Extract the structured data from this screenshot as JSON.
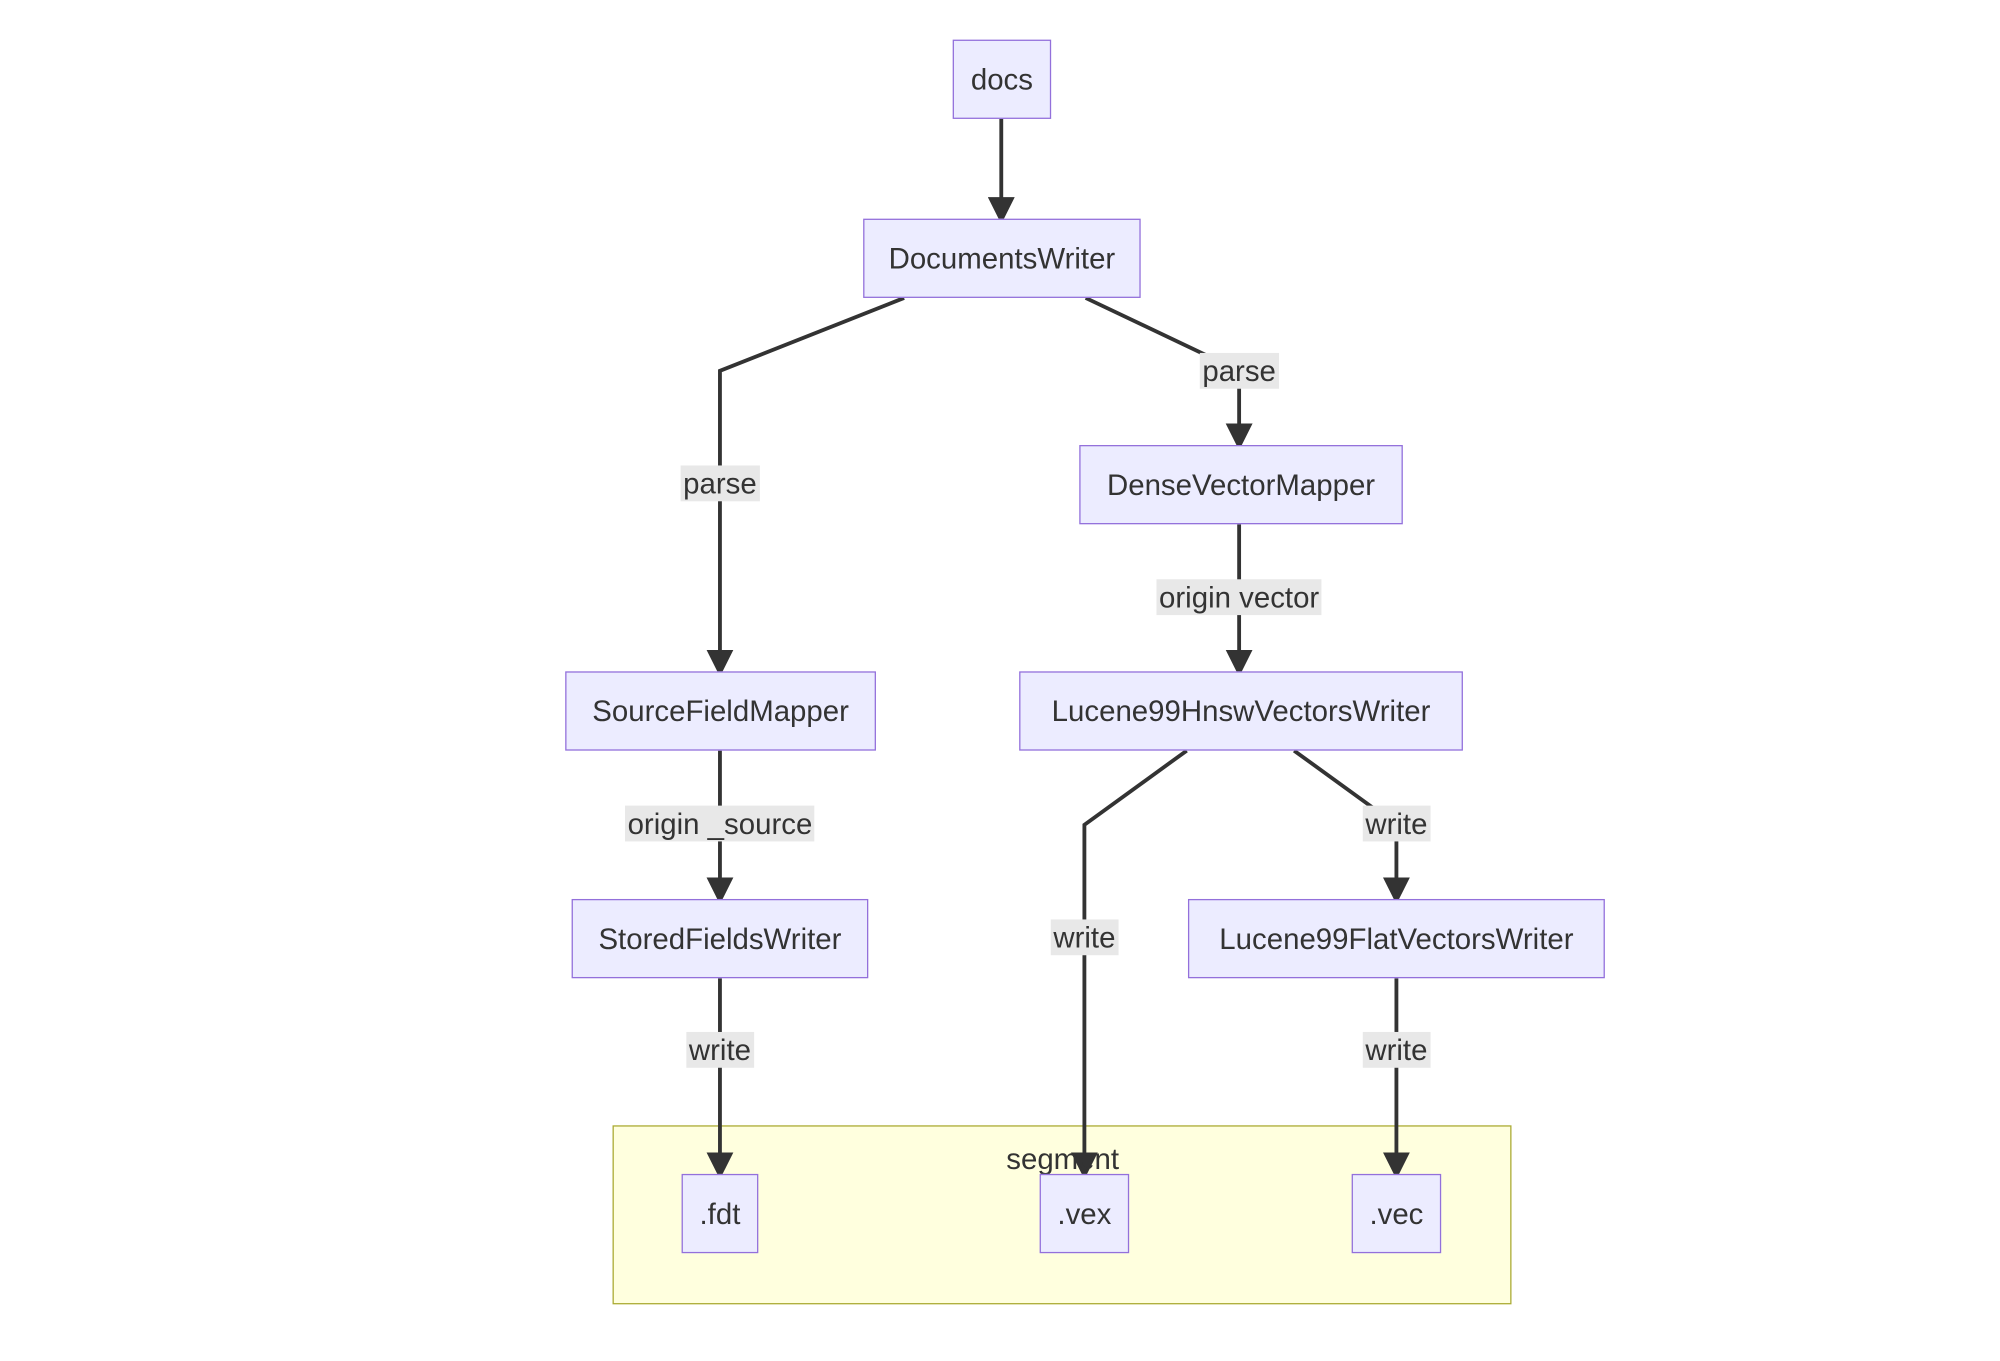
{
  "nodes": {
    "docs": "docs",
    "documents_writer": "DocumentsWriter",
    "dense_vector_mapper": "DenseVectorMapper",
    "source_field_mapper": "SourceFieldMapper",
    "lucene99_hnsw_vectors_writer": "Lucene99HnswVectorsWriter",
    "stored_fields_writer": "StoredFieldsWriter",
    "lucene99_flat_vectors_writer": "Lucene99FlatVectorsWriter",
    "fdt": ".fdt",
    "vex": ".vex",
    "vec": ".vec"
  },
  "cluster": {
    "label": "segment"
  },
  "edges": [
    {
      "from": "docs",
      "to": "DocumentsWriter",
      "label": ""
    },
    {
      "from": "DocumentsWriter",
      "to": "SourceFieldMapper",
      "label": "parse"
    },
    {
      "from": "DocumentsWriter",
      "to": "DenseVectorMapper",
      "label": "parse"
    },
    {
      "from": "DenseVectorMapper",
      "to": "Lucene99HnswVectorsWriter",
      "label": "origin vector"
    },
    {
      "from": "SourceFieldMapper",
      "to": "StoredFieldsWriter",
      "label": "origin _source"
    },
    {
      "from": "Lucene99HnswVectorsWriter",
      "to": ".vex",
      "label": "write"
    },
    {
      "from": "Lucene99HnswVectorsWriter",
      "to": "Lucene99FlatVectorsWriter",
      "label": "write"
    },
    {
      "from": "StoredFieldsWriter",
      "to": ".fdt",
      "label": "write"
    },
    {
      "from": "Lucene99FlatVectorsWriter",
      "to": ".vec",
      "label": "write"
    }
  ],
  "colors": {
    "node_fill": "#ececff",
    "node_border": "#9370db",
    "cluster_fill": "#ffffde",
    "cluster_border": "#aaaa33",
    "edge": "#333333",
    "edge_label_bg": "#e8e8e8"
  }
}
